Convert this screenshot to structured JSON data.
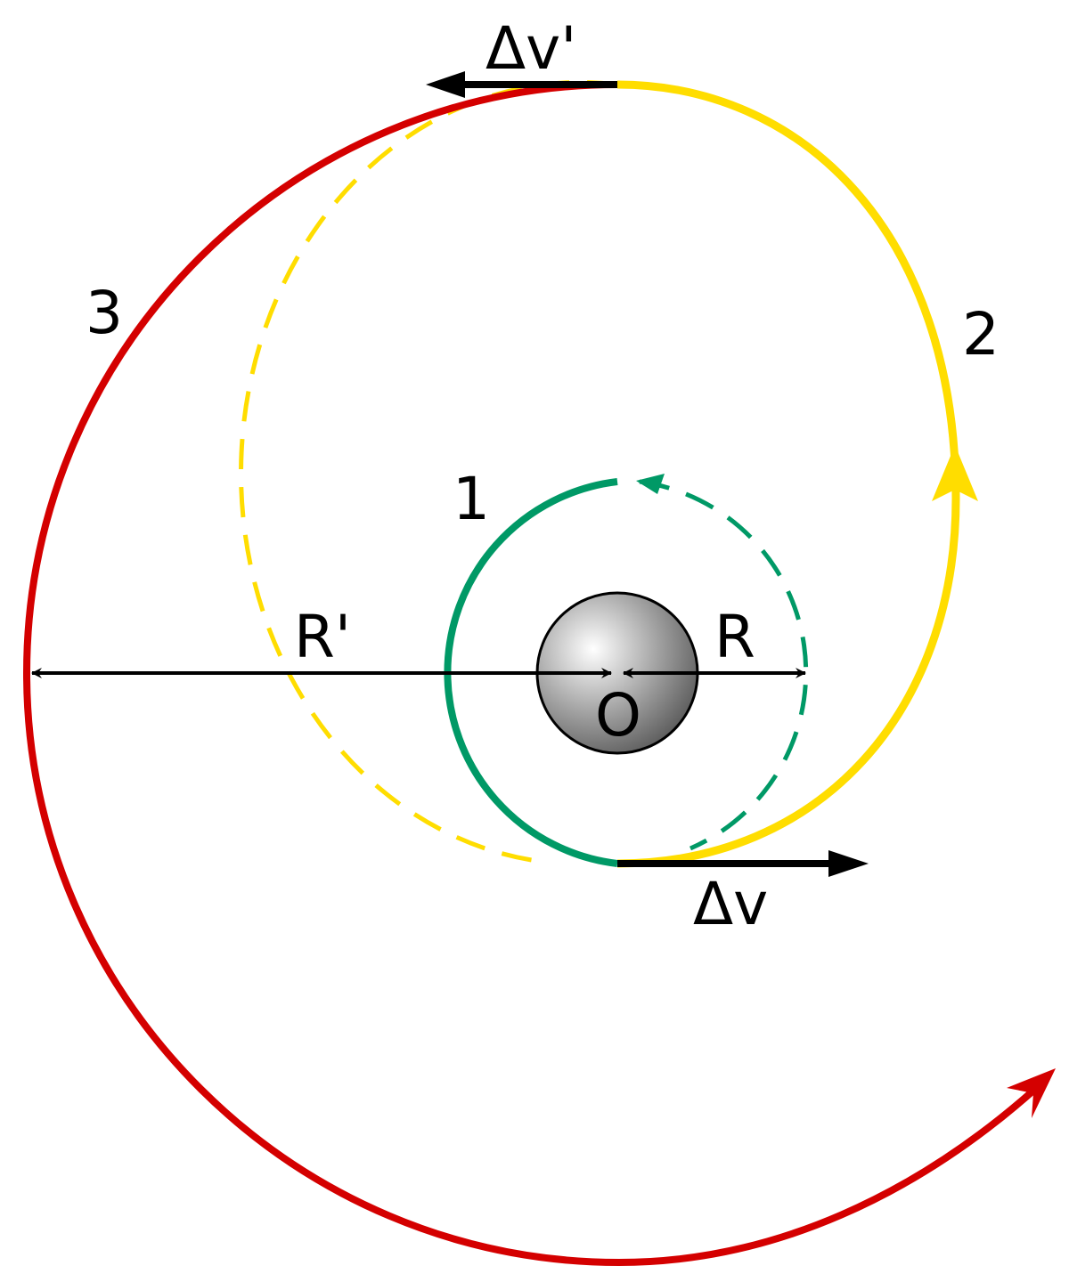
{
  "labels": {
    "orbit_1": "1",
    "orbit_2": "2",
    "orbit_3": "3",
    "radius_inner": "R",
    "radius_outer": "R'",
    "center": "O",
    "delta_v": "Δv",
    "delta_v_prime": "Δv'"
  },
  "colors": {
    "orbit_1": "#009966",
    "orbit_2": "#ffdd00",
    "orbit_3": "#d40000",
    "vector": "#000000"
  }
}
